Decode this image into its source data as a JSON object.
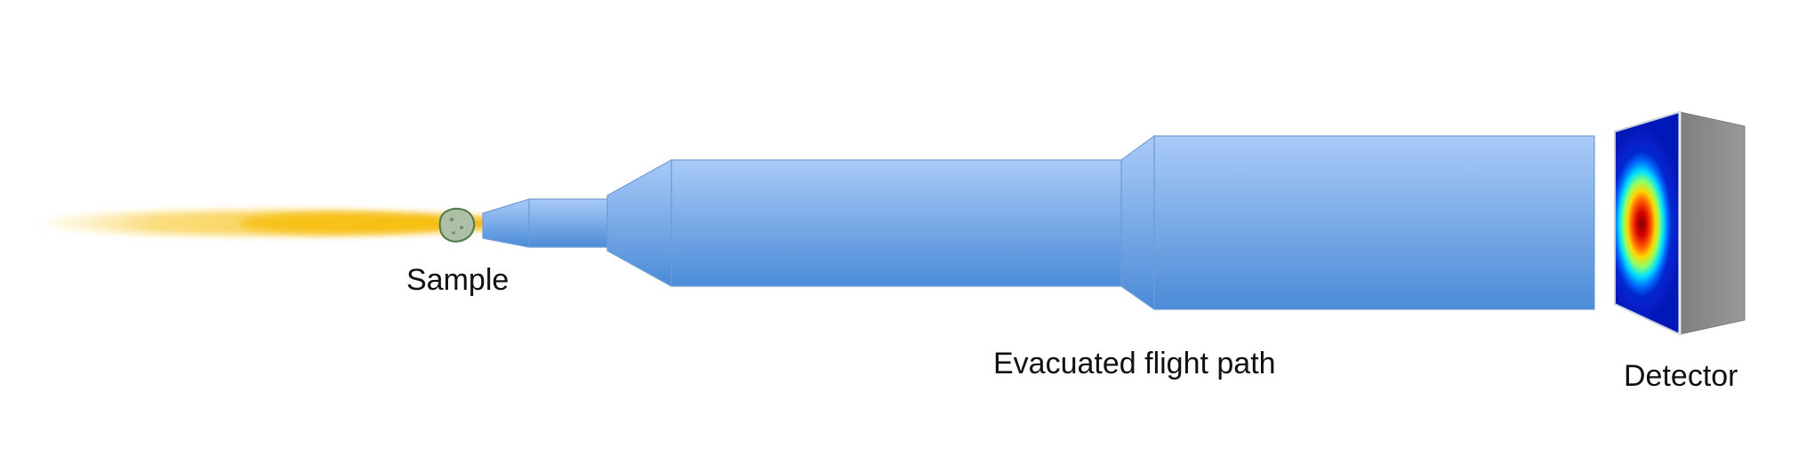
{
  "labels": {
    "sample": "Sample",
    "flight_path": "Evacuated flight path",
    "detector": "Detector"
  },
  "colors": {
    "beam": "#f5b800",
    "sample_fill": "#a9bfa0",
    "sample_stroke": "#4e7a4e",
    "tube_top": "#a7c8f7",
    "tube_bottom": "#4a8ad6",
    "tube_stroke": "#5f93d3",
    "detector_side": "#8e8e8e",
    "detector_frame": "#c9d3e6"
  },
  "detector_colormap": "jet",
  "icons": {
    "beam": "x-ray-beam-icon",
    "sample": "sample-particle-icon",
    "tube": "flight-tube-icon",
    "detector": "area-detector-icon"
  }
}
